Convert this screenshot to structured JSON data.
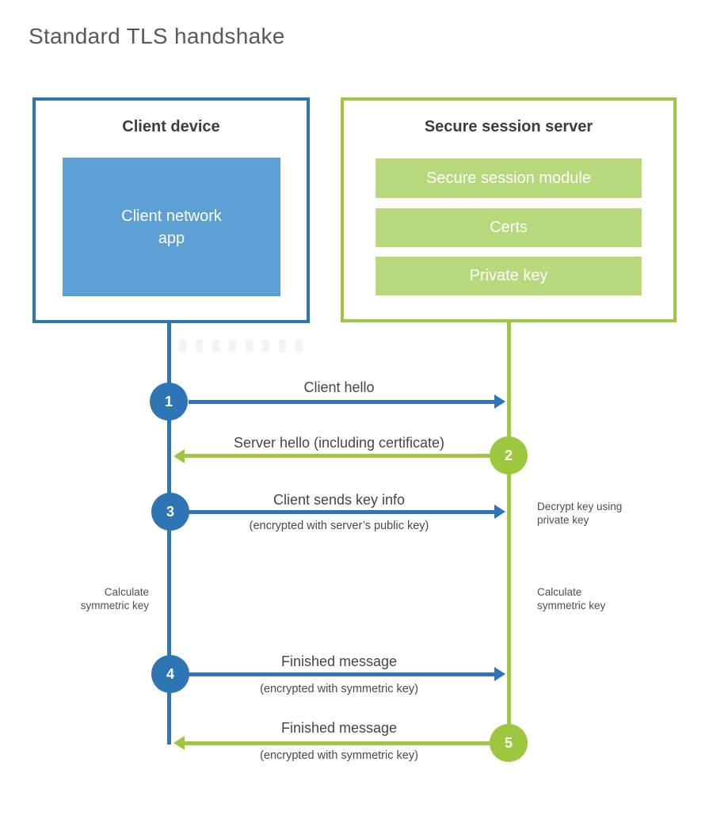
{
  "title": "Standard TLS handshake",
  "colors": {
    "blue": "#2e75b6",
    "blue_light": "#5b9fd4",
    "green": "#9dc73e",
    "green_light": "#b7d97c"
  },
  "client": {
    "title": "Client device",
    "app": {
      "line1": "Client network",
      "line2": "app"
    }
  },
  "server": {
    "title": "Secure session server",
    "modules": [
      "Secure session module",
      "Certs",
      "Private key"
    ]
  },
  "steps": [
    {
      "number": "1",
      "actor": "client",
      "direction": "right",
      "label": "Client hello",
      "sublabel": ""
    },
    {
      "number": "2",
      "actor": "server",
      "direction": "left",
      "label": "Server hello (including certificate)",
      "sublabel": ""
    },
    {
      "number": "3",
      "actor": "client",
      "direction": "right",
      "label": "Client sends key info",
      "sublabel": "(encrypted with server’s public key)"
    },
    {
      "number": "4",
      "actor": "client",
      "direction": "right",
      "label": "Finished message",
      "sublabel": "(encrypted with symmetric key)"
    },
    {
      "number": "5",
      "actor": "server",
      "direction": "left",
      "label": "Finished message",
      "sublabel": "(encrypted with symmetric key)"
    }
  ],
  "notes": {
    "decrypt": {
      "line1": "Decrypt key using",
      "line2": "private key"
    },
    "calc_left": {
      "line1": "Calculate",
      "line2": "symmetric key"
    },
    "calc_right": {
      "line1": "Calculate",
      "line2": "symmetric key"
    }
  }
}
